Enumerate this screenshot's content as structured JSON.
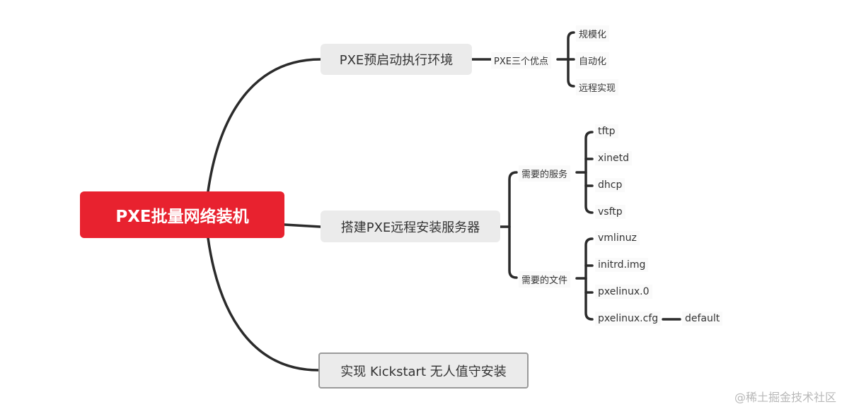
{
  "mindmap": {
    "root": {
      "label": "PXE批量网络装机",
      "color": "#e8222f"
    },
    "branches": [
      {
        "label": "PXE预启动执行环境",
        "children": [
          {
            "label": "PXE三个优点",
            "children": [
              "规模化",
              "自动化",
              "远程实现"
            ]
          }
        ]
      },
      {
        "label": "搭建PXE远程安装服务器",
        "children": [
          {
            "label": "需要的服务",
            "children": [
              "tftp",
              "xinetd",
              "dhcp",
              "vsftp"
            ]
          },
          {
            "label": "需要的文件",
            "children": [
              "vmlinuz",
              "initrd.img",
              "pxelinux.0",
              "pxelinux.cfg"
            ],
            "sub": {
              "pxelinux.cfg": [
                "default"
              ]
            }
          }
        ]
      },
      {
        "label": "实现 Kickstart 无人值守安装",
        "children": []
      }
    ]
  },
  "watermark": "@稀土掘金技术社区",
  "colors": {
    "line": "#2b2b2b",
    "node_bg": "#ebebeb",
    "root_bg": "#e8222f"
  }
}
